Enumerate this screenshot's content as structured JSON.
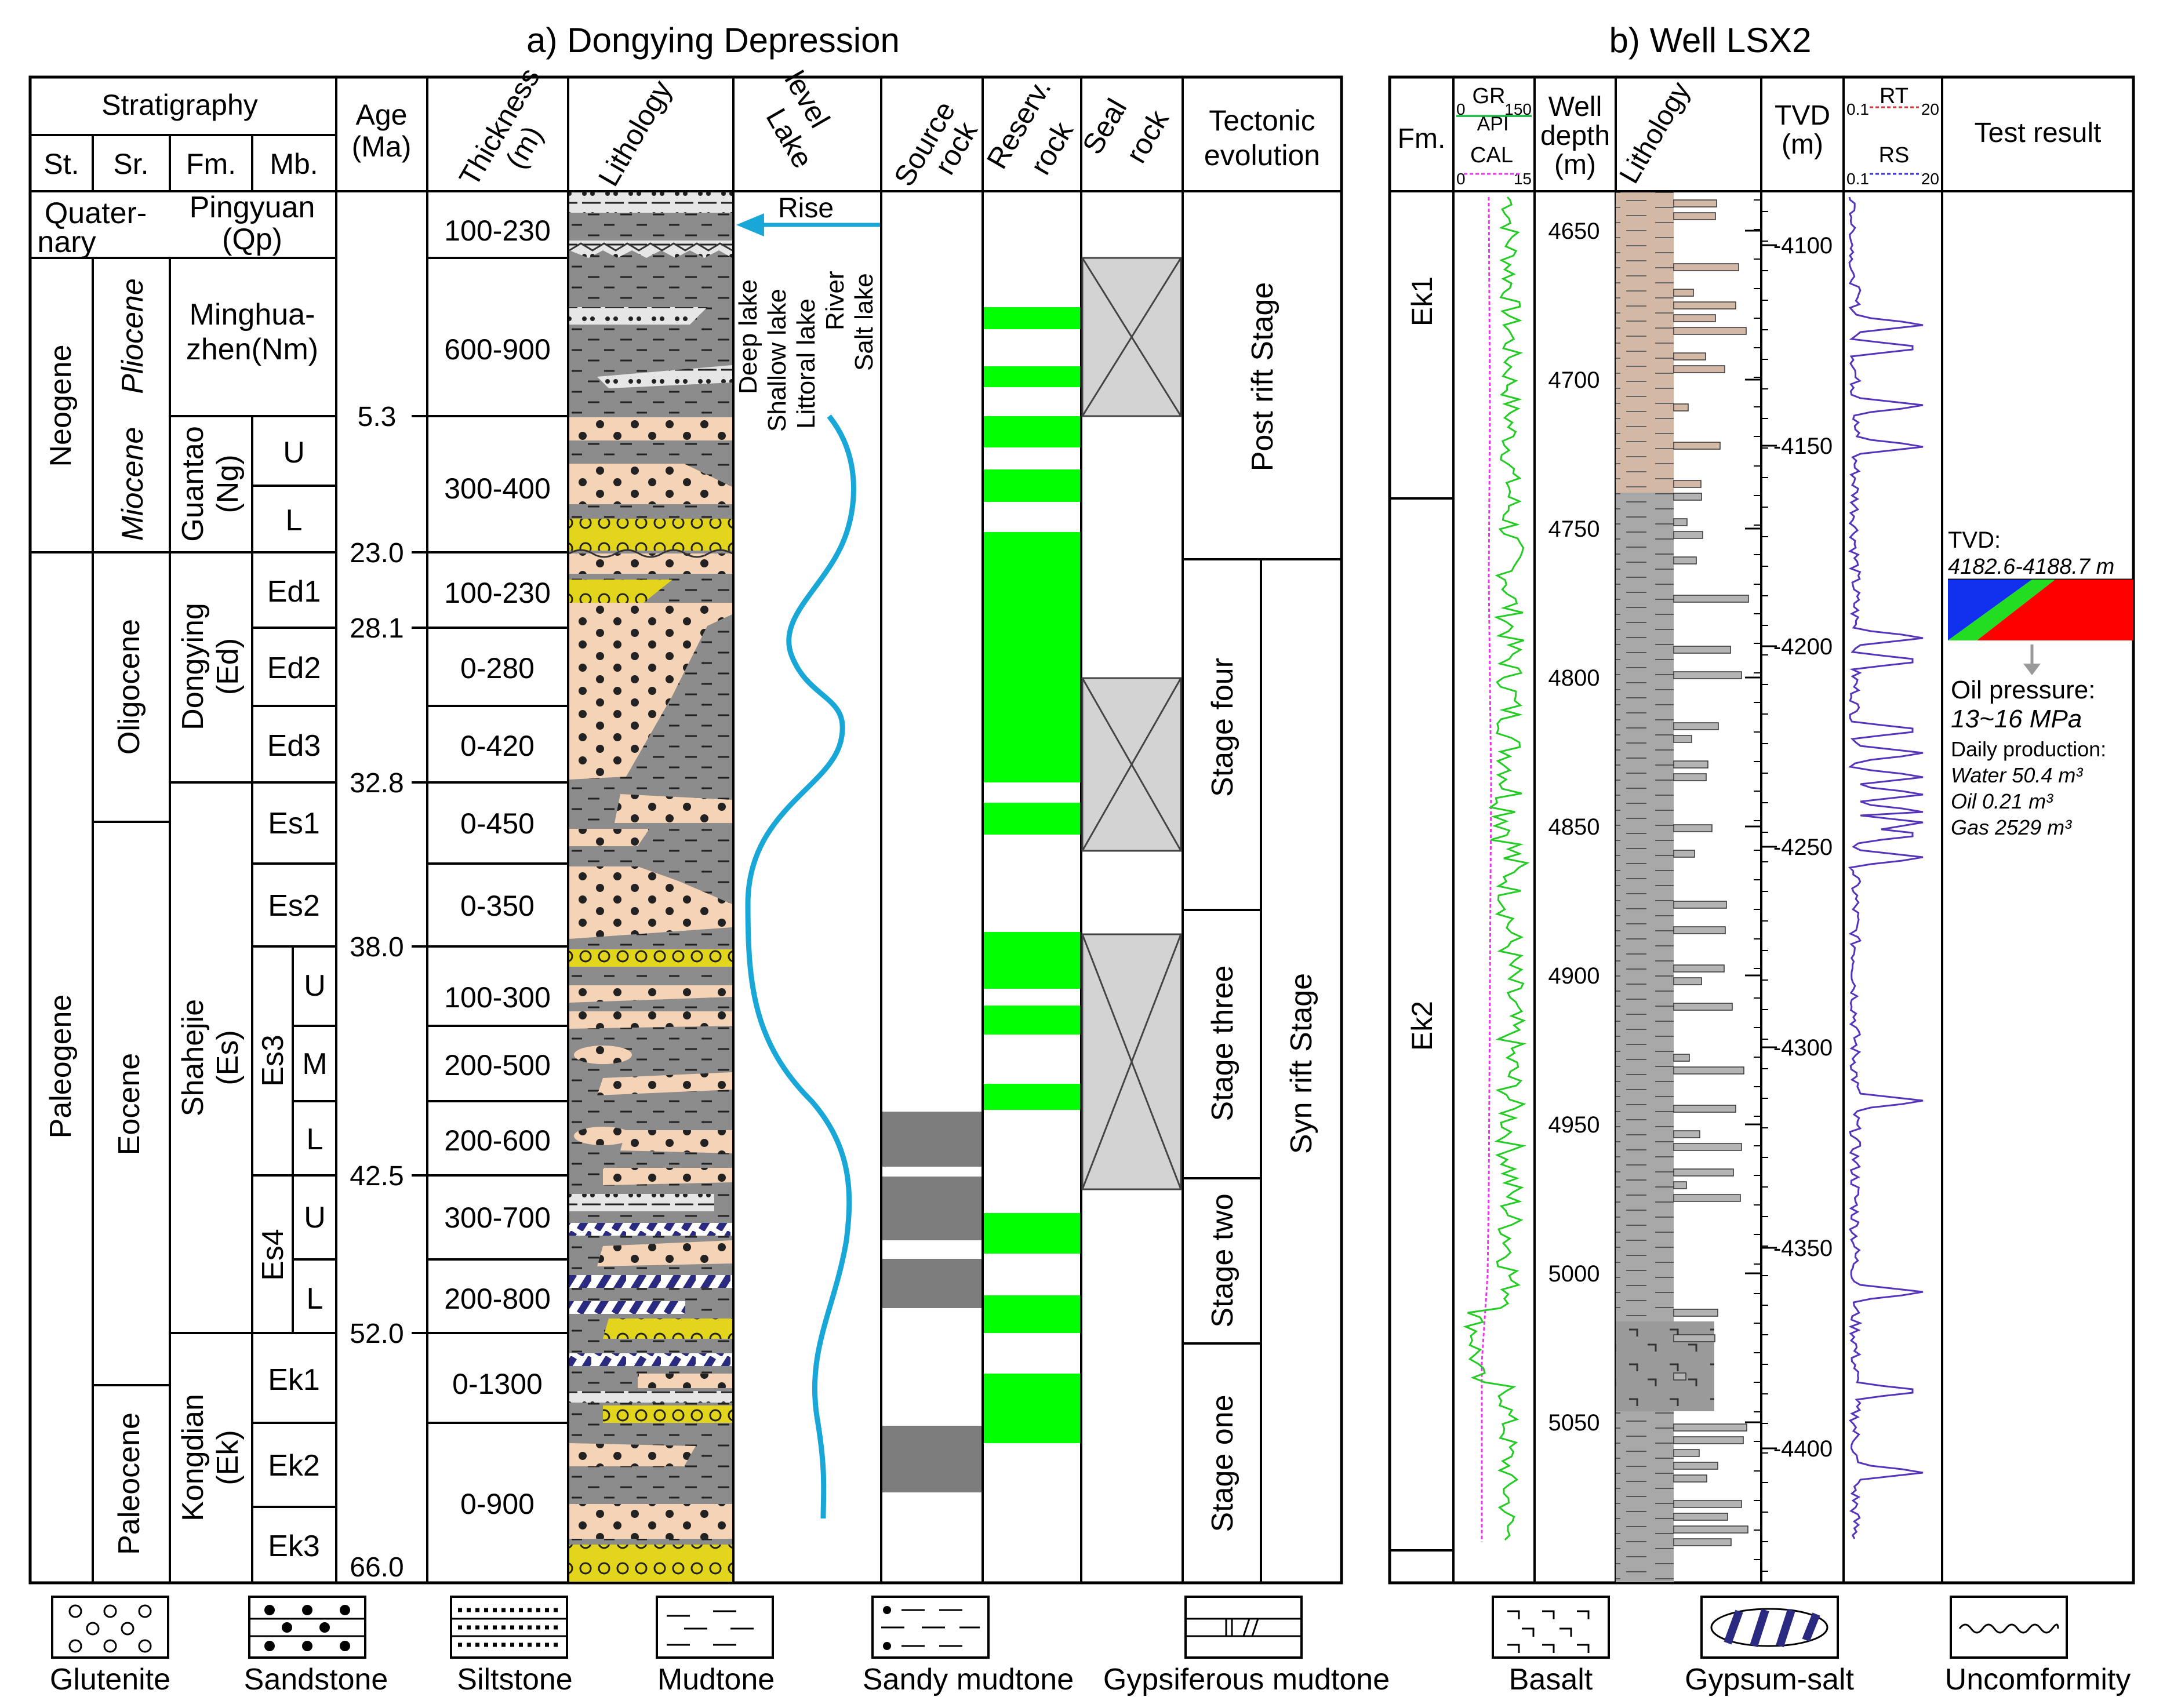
{
  "panel_a": {
    "title": "a) Dongying Depression",
    "headers": {
      "stratigraphy": "Stratigraphy",
      "st": "St.",
      "sr": "Sr.",
      "fm": "Fm.",
      "mb": "Mb.",
      "age_1": "Age",
      "age_2": "(Ma)",
      "thickness_1": "Thickness",
      "thickness_2": "(m)",
      "lithology": "Lithology",
      "lake_1": "Lake",
      "lake_2": "level",
      "source_1": "Source",
      "source_2": "rock",
      "reserv_1": "Reserv.",
      "reserv_2": "rock",
      "seal_1": "Seal",
      "seal_2": "rock",
      "tectonic_1": "Tectonic",
      "tectonic_2": "evolution"
    },
    "systems": [
      {
        "label_1": "Quater-",
        "label_2": "nary"
      },
      {
        "label": "Neogene"
      },
      {
        "label": "Paleogene"
      }
    ],
    "series": [
      "Pliocene",
      "Miocene",
      "Oligocene",
      "Eocene",
      "Paleocene"
    ],
    "formations": [
      {
        "label_1": "Pingyuan",
        "label_2": "(Qp)"
      },
      {
        "label_1": "Minghua-",
        "label_2": "zhen(Nm)"
      },
      {
        "label_1": "Guantao",
        "label_2": "(Ng)"
      },
      {
        "label_1": "Dongying",
        "label_2": "(Ed)"
      },
      {
        "label_1": "Shahejie",
        "label_2": "(Es)"
      },
      {
        "label_1": "Kongdian",
        "label_2": "(Ek)"
      }
    ],
    "members": [
      "U",
      "L",
      "Ed1",
      "Ed2",
      "Ed3",
      "Es1",
      "Es2",
      "Es3",
      "U",
      "M",
      "L",
      "Es4",
      "U",
      "L",
      "Ek1",
      "Ek2",
      "Ek3"
    ],
    "ages": [
      "5.3",
      "23.0",
      "28.1",
      "32.8",
      "38.0",
      "42.5",
      "52.0",
      "66.0"
    ],
    "thickness": [
      "100-230",
      "600-900",
      "300-400",
      "100-230",
      "0-280",
      "0-420",
      "0-450",
      "0-350",
      "100-300",
      "200-500",
      "200-600",
      "300-700",
      "200-800",
      "0-1300",
      "0-900"
    ],
    "lake_labels": [
      "Deep lake",
      "Shallow lake",
      "Littoral lake",
      "River",
      "Salt lake"
    ],
    "rise_label": "Rise",
    "tectonic": {
      "post_rift": "Post rift Stage",
      "syn_rift": "Syn rift Stage",
      "stage_four": "Stage four",
      "stage_three": "Stage three",
      "stage_two": "Stage two",
      "stage_one": "Stage one"
    }
  },
  "panel_b": {
    "title": "b) Well LSX2",
    "headers": {
      "fm": "Fm.",
      "gr": "GR",
      "gr_min": "0",
      "gr_max": "150",
      "api": "API",
      "cal": "CAL",
      "cal_min": "0",
      "cal_max": "15",
      "well_1": "Well",
      "well_2": "depth",
      "well_3": "(m)",
      "lithology": "Lithology",
      "tvd_1": "TVD",
      "tvd_2": "(m)",
      "rt": "RT",
      "rt_min": "0.1",
      "rt_max": "20",
      "rs": "RS",
      "rs_min": "0.1",
      "rs_max": "20",
      "test": "Test result"
    },
    "formations": [
      "Ek1",
      "Ek2"
    ],
    "depth_ticks": [
      "4650",
      "4700",
      "4750",
      "4800",
      "4850",
      "4900",
      "4950",
      "5000",
      "5050"
    ],
    "tvd_ticks": [
      "-4100",
      "-4150",
      "-4200",
      "-4250",
      "-4300",
      "-4350",
      "-4400"
    ],
    "test": {
      "tvd_label": "TVD:",
      "tvd_range": "4182.6-4188.7 m",
      "oil_pressure_label": "Oil pressure:",
      "oil_pressure": "13~16 MPa",
      "daily_label": "Daily production:",
      "water": "Water 50.4 m³",
      "oil": "Oil 0.21 m³",
      "gas": "Gas 2529 m³"
    }
  },
  "legend": [
    "Glutenite",
    "Sandstone",
    "Siltstone",
    "Mudtone",
    "Sandy mudtone",
    "Gypsiferous mudtone",
    "Basalt",
    "Gypsum-salt",
    "Uncomformity"
  ],
  "colors": {
    "mudstone": "#8c8c8c",
    "sandstone": "#f5d3b6",
    "glutenite": "#e3d51c",
    "reservoir": "#00ff00",
    "source": "#7d7d7d",
    "seal": "#d3d3d3",
    "lake_curve": "#18a7d7",
    "gr_curve": "#33dd33",
    "cal_curve": "#ee33ee",
    "resistivity_curve": "#5533bb",
    "test_blue": "#1030ee",
    "test_green": "#22dd22",
    "test_red": "#ff0000"
  }
}
